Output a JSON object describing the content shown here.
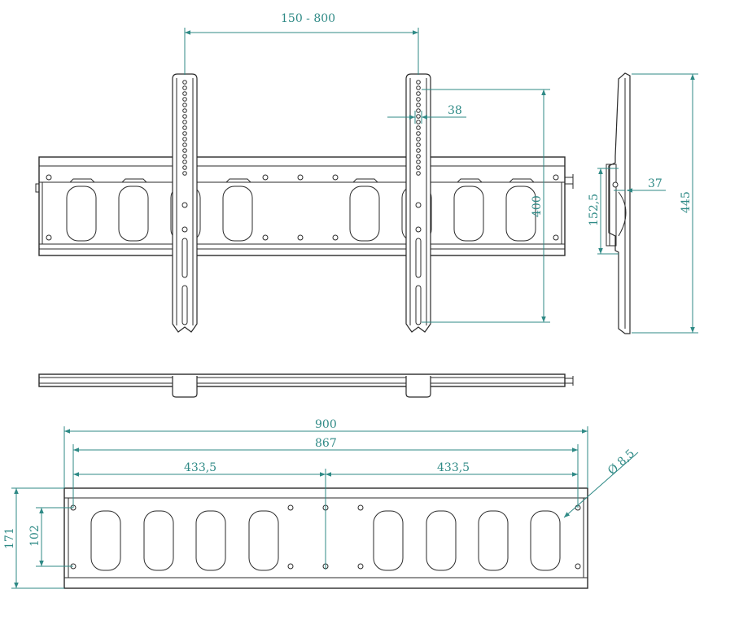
{
  "colors": {
    "line": "#2a2a2a",
    "dimension": "#2f8a86",
    "background": "#ffffff"
  },
  "dimensions": {
    "vesa_horizontal": "150 - 800",
    "slot_offset": "38",
    "vesa_vertical": "400",
    "side_depth": "37",
    "side_hook_height": "152,5",
    "side_total_height": "445",
    "plate_width": "900",
    "hole_span": "867",
    "half_span_left": "433,5",
    "half_span_right": "433,5",
    "hole_diameter": "Ø 8,5",
    "plate_height": "171",
    "hole_vertical": "102"
  }
}
